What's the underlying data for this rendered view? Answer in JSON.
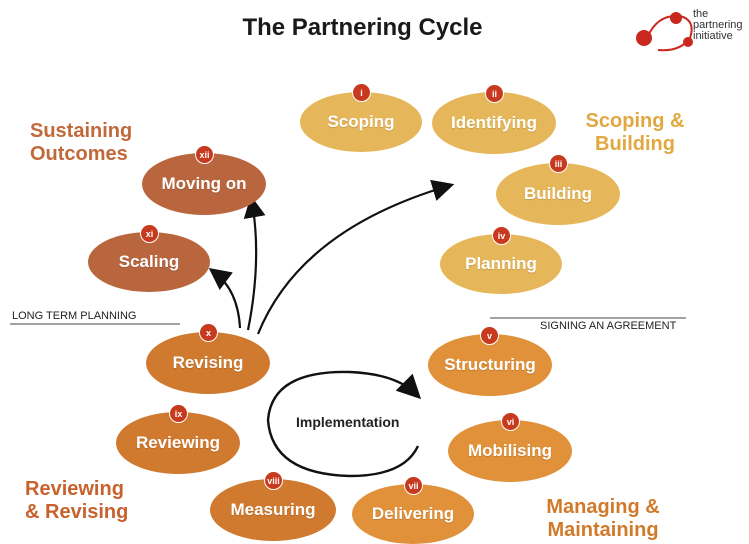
{
  "title": "The Partnering Cycle",
  "logo": {
    "line1": "the",
    "line2": "partnering",
    "line3": "initiative"
  },
  "phases": {
    "sustaining": {
      "line1": "Sustaining",
      "line2": "Outcomes"
    },
    "scoping": {
      "line1": "Scoping &",
      "line2": "Building"
    },
    "reviewing": {
      "line1": "Reviewing",
      "line2": "& Revising"
    },
    "managing": {
      "line1": "Managing &",
      "line2": "Maintaining"
    }
  },
  "markers": {
    "long_term": "LONG TERM PLANNING",
    "signing": "SIGNING AN AGREEMENT",
    "implementation": "Implementation"
  },
  "stages": [
    {
      "num": "i",
      "label": "Scoping",
      "color": "#e6b75a"
    },
    {
      "num": "ii",
      "label": "Identifying",
      "color": "#e6b75a"
    },
    {
      "num": "iii",
      "label": "Building",
      "color": "#e6b75a"
    },
    {
      "num": "iv",
      "label": "Planning",
      "color": "#e6b75a"
    },
    {
      "num": "v",
      "label": "Structuring",
      "color": "#e0913a"
    },
    {
      "num": "vi",
      "label": "Mobilising",
      "color": "#e0913a"
    },
    {
      "num": "vii",
      "label": "Delivering",
      "color": "#e0913a"
    },
    {
      "num": "viii",
      "label": "Measuring",
      "color": "#d07a2f"
    },
    {
      "num": "ix",
      "label": "Reviewing",
      "color": "#d07a2f"
    },
    {
      "num": "x",
      "label": "Revising",
      "color": "#d07a2f"
    },
    {
      "num": "xi",
      "label": "Scaling",
      "color": "#b9663f"
    },
    {
      "num": "xii",
      "label": "Moving on",
      "color": "#b9663f"
    }
  ],
  "colors": {
    "badge": "#c83a1e",
    "logo_dot": "#c8281e"
  }
}
